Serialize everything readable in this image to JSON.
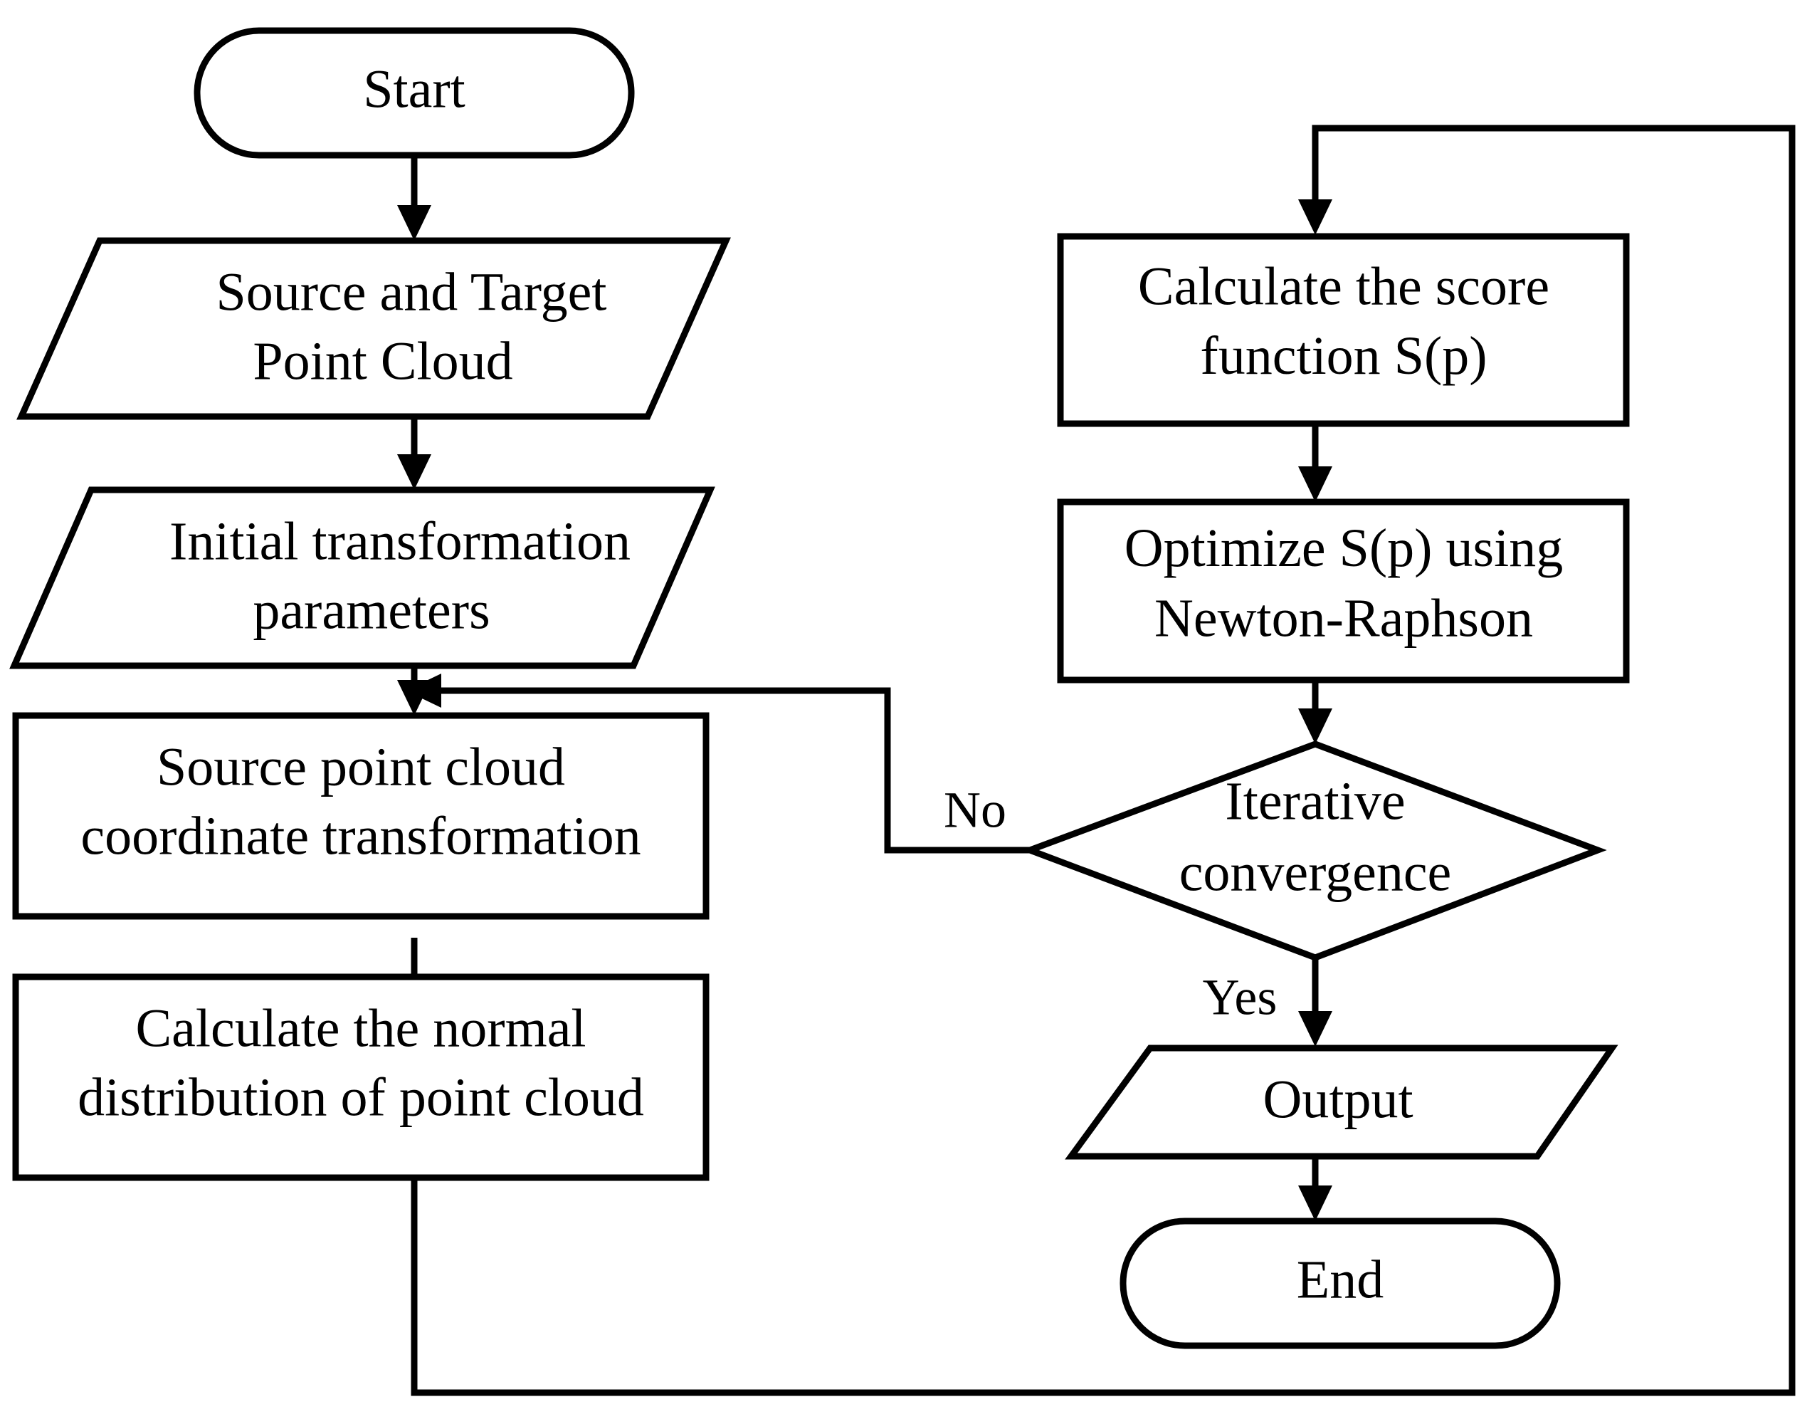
{
  "diagram": {
    "title": "NDT point cloud registration flowchart",
    "stroke_color": "#000000",
    "fill_color": "#ffffff",
    "background": "#ffffff"
  },
  "nodes": {
    "start": {
      "id": "start",
      "shape": "terminator",
      "label": "Start"
    },
    "source_target_cloud": {
      "id": "source_target_cloud",
      "shape": "parallelogram",
      "line1": "Source and Target",
      "line2": "Point Cloud"
    },
    "initial_params": {
      "id": "initial_params",
      "shape": "parallelogram",
      "line1": "Initial transformation",
      "line2": "parameters"
    },
    "coordinate_transform": {
      "id": "coordinate_transform",
      "shape": "process",
      "line1": "Source point cloud",
      "line2": "coordinate transformation"
    },
    "normal_distribution": {
      "id": "normal_distribution",
      "shape": "process",
      "line1": "Calculate the normal",
      "line2": "distribution of point cloud"
    },
    "score_function": {
      "id": "score_function",
      "shape": "process",
      "line1": "Calculate the score",
      "line2_plain": "function ",
      "line2_italic": "S(p)"
    },
    "optimize": {
      "id": "optimize",
      "shape": "process",
      "line1_plain_a": "Optimize ",
      "line1_italic": "S(p)",
      "line1_plain_b": " using",
      "line2": "Newton-Raphson"
    },
    "convergence": {
      "id": "convergence",
      "shape": "decision",
      "line1": "Iterative",
      "line2": "convergence"
    },
    "output": {
      "id": "output",
      "shape": "parallelogram",
      "label": "Output"
    },
    "end": {
      "id": "end",
      "shape": "terminator",
      "label": "End"
    }
  },
  "edges": [
    {
      "id": "start-to-source",
      "from": "start",
      "to": "source_target_cloud",
      "label": ""
    },
    {
      "id": "source-to-params",
      "from": "source_target_cloud",
      "to": "initial_params",
      "label": ""
    },
    {
      "id": "params-to-transform",
      "from": "initial_params",
      "to": "coordinate_transform",
      "label": ""
    },
    {
      "id": "transform-to-normal",
      "from": "coordinate_transform",
      "to": "normal_distribution",
      "label": ""
    },
    {
      "id": "normal-to-score",
      "from": "normal_distribution",
      "to": "score_function",
      "label": ""
    },
    {
      "id": "score-to-optimize",
      "from": "score_function",
      "to": "optimize",
      "label": ""
    },
    {
      "id": "optimize-to-convergence",
      "from": "optimize",
      "to": "convergence",
      "label": ""
    },
    {
      "id": "convergence-no",
      "from": "convergence",
      "to": "coordinate_transform",
      "label": "No"
    },
    {
      "id": "convergence-yes",
      "from": "convergence",
      "to": "output",
      "label": "Yes"
    },
    {
      "id": "output-to-end",
      "from": "output",
      "to": "end",
      "label": ""
    }
  ],
  "edge_labels": {
    "no": "No",
    "yes": "Yes"
  }
}
